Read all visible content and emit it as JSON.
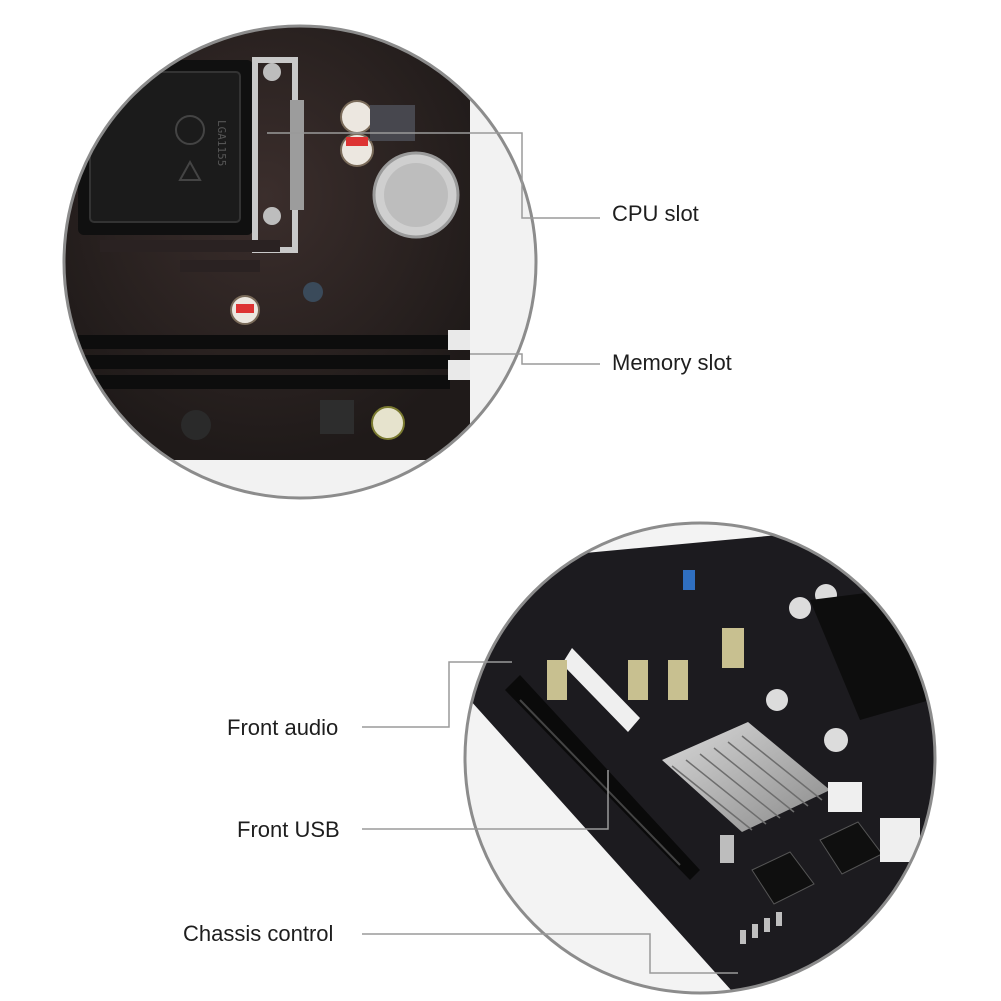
{
  "callouts": {
    "cpu_slot": "CPU slot",
    "memory_slot": "Memory slot",
    "front_audio": "Front audio",
    "front_usb": "Front USB",
    "chassis_control": "Chassis control"
  },
  "board_marking": "LGA1155",
  "colors": {
    "pcb": "#1a1717",
    "pcb_top": "#3a2a28",
    "leader_line": "#9a9a9a",
    "ring": "#8c8c8c"
  }
}
